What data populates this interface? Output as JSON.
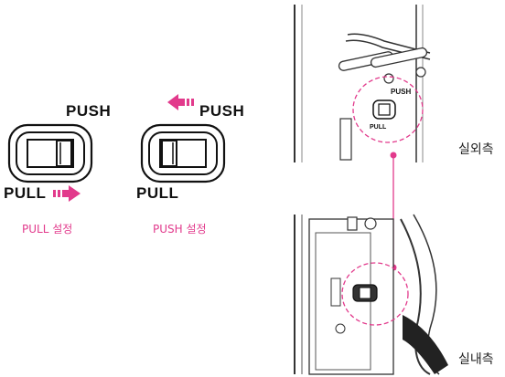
{
  "left_diagram": {
    "pull_setting": {
      "top_label": "PUSH",
      "bottom_label": "PULL",
      "caption": "PULL 설정"
    },
    "push_setting": {
      "top_label": "PUSH",
      "bottom_label": "PULL",
      "caption": "PUSH 설정"
    }
  },
  "right_photo": {
    "outside_label": "실외측",
    "inside_label": "실내측",
    "switch_top_label": "PUSH",
    "switch_bottom_label": "PULL"
  },
  "colors": {
    "accent": "#e23a8c",
    "line": "#111111"
  }
}
